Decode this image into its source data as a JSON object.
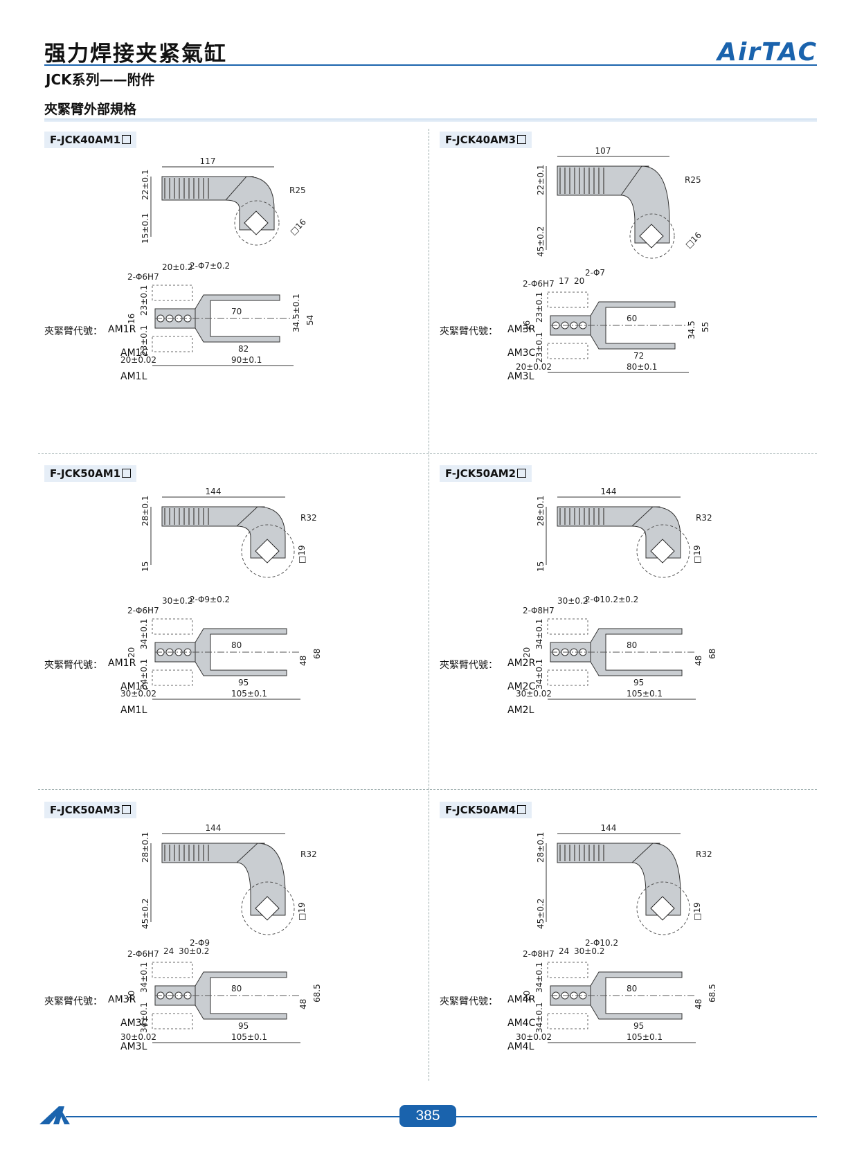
{
  "header": {
    "title": "强力焊接夹紧氣缸",
    "subtitle": "JCK系列——附件",
    "logo": "AirTAC"
  },
  "section_title": "夾緊臂外部規格",
  "code_label": "夾緊臂代號：",
  "page_number": "385",
  "colors": {
    "brand": "#1a63ad",
    "part_fill": "#c9cdd1"
  },
  "panels": [
    {
      "model": "F-JCK40AM1",
      "codes": [
        "AM1R",
        "AM1C",
        "AM1L"
      ],
      "side": {
        "length": "117",
        "radius": "R25",
        "square": "□16",
        "h_top": "22±0.1",
        "h_bottom": "15±0.1"
      },
      "top": {
        "holes1": "2-Φ6H7",
        "pitch": "20±0.2",
        "holes2": "2-Φ7±0.2",
        "slot": "70",
        "len_a": "82",
        "len_b": "90±0.1",
        "base": "20±0.02",
        "w_inner": "34.5±0.1",
        "w_outer": "54",
        "off1": "23±0.1",
        "mid": "16",
        "off2": "23±0.1"
      }
    },
    {
      "model": "F-JCK40AM3",
      "codes": [
        "AM3R",
        "AM3C",
        "AM3L"
      ],
      "side": {
        "length": "107",
        "radius": "R25",
        "square": "□16",
        "h_top": "22±0.1",
        "h_bottom": "45±0.2"
      },
      "top": {
        "holes1": "2-Φ6H7",
        "pitch_a": "17",
        "pitch_b": "20",
        "holes2": "2-Φ7",
        "slot": "60",
        "len_a": "72",
        "len_b": "80±0.1",
        "base": "20±0.02",
        "w_inner": "34.5",
        "w_outer": "55",
        "off1": "23±0.1",
        "mid": "16",
        "off2": "23±0.1"
      }
    },
    {
      "model": "F-JCK50AM1",
      "codes": [
        "AM1R",
        "AM1C",
        "AM1L"
      ],
      "side": {
        "length": "144",
        "radius": "R32",
        "square": "□19",
        "h_top": "28±0.1",
        "h_bottom": "15"
      },
      "top": {
        "holes1": "2-Φ6H7",
        "pitch": "30±0.2",
        "holes2": "2-Φ9±0.2",
        "slot": "80",
        "len_a": "95",
        "len_b": "105±0.1",
        "base": "30±0.02",
        "w_inner": "48",
        "w_outer": "68",
        "off1": "34±0.1",
        "mid": "20",
        "off2": "34±0.1"
      }
    },
    {
      "model": "F-JCK50AM2",
      "codes": [
        "AM2R",
        "AM2C",
        "AM2L"
      ],
      "side": {
        "length": "144",
        "radius": "R32",
        "square": "□19",
        "h_top": "28±0.1",
        "h_bottom": "15"
      },
      "top": {
        "holes1": "2-Φ8H7",
        "pitch": "30±0.2",
        "holes2": "2-Φ10.2±0.2",
        "slot": "80",
        "len_a": "95",
        "len_b": "105±0.1",
        "base": "30±0.02",
        "w_inner": "48",
        "w_outer": "68",
        "off1": "34±0.1",
        "mid": "20",
        "off2": "34±0.1"
      }
    },
    {
      "model": "F-JCK50AM3",
      "codes": [
        "AM3R",
        "AM3C",
        "AM3L"
      ],
      "side": {
        "length": "144",
        "radius": "R32",
        "square": "□19",
        "h_top": "28±0.1",
        "h_bottom": "45±0.2"
      },
      "top": {
        "holes1": "2-Φ6H7",
        "pitch_a": "24",
        "pitch_b": "30±0.2",
        "holes2": "2-Φ9",
        "slot": "80",
        "len_a": "95",
        "len_b": "105±0.1",
        "base": "30±0.02",
        "w_inner": "48",
        "w_outer": "68.5",
        "off1": "34±0.1",
        "mid": "20",
        "off2": "34±0.1"
      }
    },
    {
      "model": "F-JCK50AM4",
      "codes": [
        "AM4R",
        "AM4C",
        "AM4L"
      ],
      "side": {
        "length": "144",
        "radius": "R32",
        "square": "□19",
        "h_top": "28±0.1",
        "h_bottom": "45±0.2"
      },
      "top": {
        "holes1": "2-Φ8H7",
        "pitch_a": "24",
        "pitch_b": "30±0.2",
        "holes2": "2-Φ10.2",
        "slot": "80",
        "len_a": "95",
        "len_b": "105±0.1",
        "base": "30±0.02",
        "w_inner": "48",
        "w_outer": "68.5",
        "off1": "34±0.1",
        "mid": "20",
        "off2": "34±0.1"
      }
    }
  ]
}
